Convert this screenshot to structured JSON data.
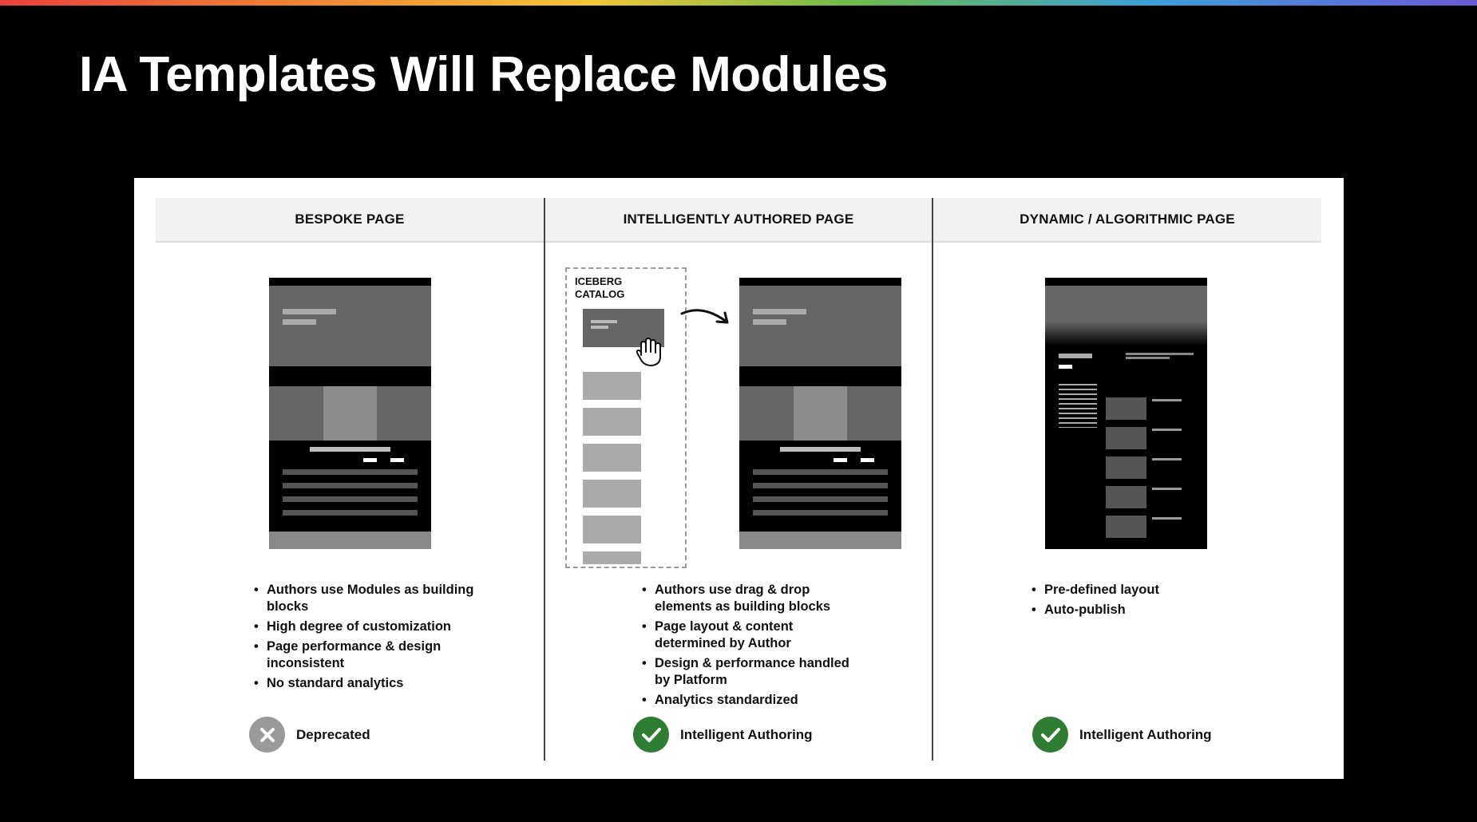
{
  "slide": {
    "title": "IA Templates Will Replace Modules"
  },
  "columns": [
    {
      "header": "BESPOKE PAGE",
      "bullets": [
        "Authors use Modules as building blocks",
        "High degree of customization",
        "Page performance & design inconsistent",
        "No standard analytics"
      ],
      "status_label": "Deprecated",
      "status_icon": "x-circle-icon",
      "status_color": "#9a9a9a"
    },
    {
      "header": "INTELLIGENTLY AUTHORED PAGE",
      "catalog_label": "ICEBERG CATALOG",
      "bullets": [
        "Authors use drag & drop elements as building blocks",
        "Page layout & content determined by Author",
        "Design & performance handled by Platform",
        "Analytics standardized"
      ],
      "status_label": "Intelligent Authoring",
      "status_icon": "check-circle-icon",
      "status_color": "#2e7d32"
    },
    {
      "header": "DYNAMIC / ALGORITHMIC PAGE",
      "bullets": [
        "Pre-defined layout",
        "Auto-publish"
      ],
      "status_label": "Intelligent Authoring",
      "status_icon": "check-circle-icon",
      "status_color": "#2e7d32"
    }
  ],
  "colors": {
    "background": "#000000",
    "panel": "#ffffff",
    "header_band": "#f2f2f2",
    "mock_gray": "#666666",
    "success": "#2e7d32",
    "neutral": "#9a9a9a"
  }
}
